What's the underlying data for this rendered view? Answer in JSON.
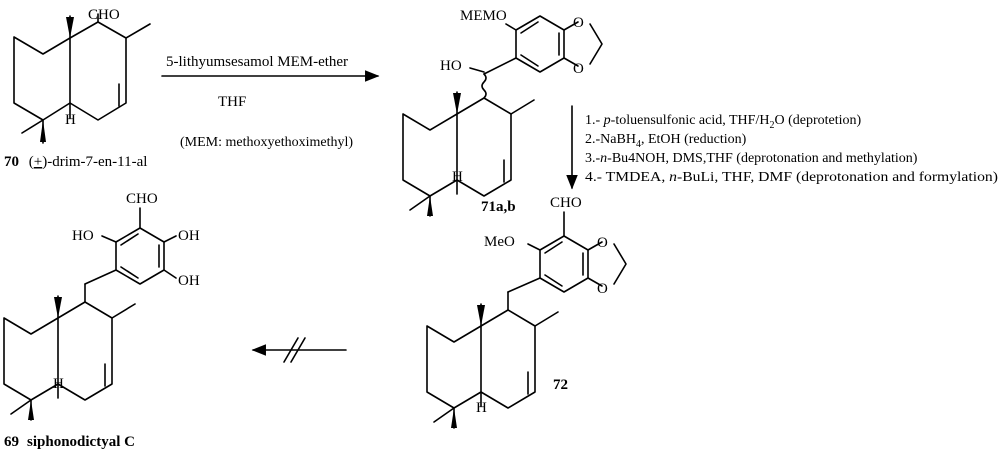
{
  "compounds": {
    "c70": {
      "substituent": "CHO",
      "h": "H",
      "number": "70",
      "name_prefix": "(",
      "name_pm": "+",
      "name_rest": ")-drim-7-en-11-al"
    },
    "c71": {
      "memo": "MEMO",
      "ho": "HO",
      "h": "H",
      "number": "71a,b"
    },
    "c72": {
      "cho": "CHO",
      "meo": "MeO",
      "h": "H",
      "number": "72"
    },
    "c69": {
      "cho": "CHO",
      "ho1": "HO",
      "oh1": "OH",
      "oh2": "OH",
      "h": "H",
      "number": "69",
      "name": "siphonodictyal C"
    }
  },
  "ring_atoms": {
    "o": "O"
  },
  "arrow1": {
    "reagent": "5-lithyumsesamol MEM-ether",
    "solvent": "THF",
    "note": "(MEM: methoxyethoximethyl)"
  },
  "steps": {
    "s1_a": "1.- ",
    "s1_b": "p",
    "s1_c": "-toluensulfonic acid, THF/H",
    "s1_d": "2",
    "s1_e": "O (deprotetion)",
    "s2_a": "2.-NaBH",
    "s2_b": "4",
    "s2_c": ", EtOH (reduction)",
    "s3_a": "3.-",
    "s3_b": "n",
    "s3_c": "-Bu4NOH, DMS,THF (deprotonation and methylation)",
    "s4_a": "4.- TMDEA, ",
    "s4_b": "n",
    "s4_c": "-BuLi, THF, DMF (deprotonation and formylation)"
  }
}
